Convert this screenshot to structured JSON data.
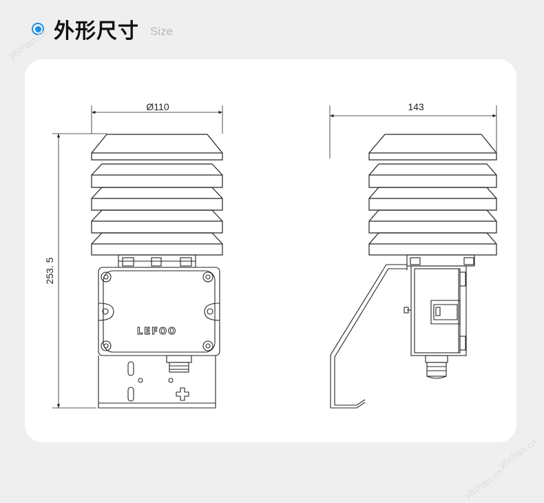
{
  "header": {
    "title": "外形尺寸",
    "subtitle": "Size"
  },
  "colors": {
    "accent": "#1a8fe6",
    "card_bg": "#ffffff",
    "page_bg": "#efefef"
  },
  "front_view": {
    "width_label": "Ø110",
    "height_label": "253. 5",
    "brand_label": "LEFOO"
  },
  "side_view": {
    "width_label": "143"
  },
  "watermarks": [
    "ybzhan.cn",
    "ybzhan.cn",
    "ybzhan.cn"
  ]
}
